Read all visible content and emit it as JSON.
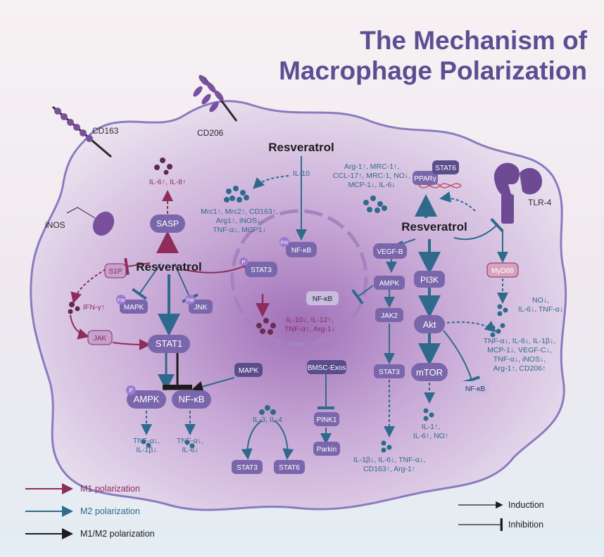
{
  "title": {
    "line1": "The Mechanism of",
    "line2": "Macrophage Polarization"
  },
  "receptors": {
    "cd163": "CD163",
    "cd206": "CD206",
    "inos": "iNOS",
    "tlr4": "TLR-4"
  },
  "resveratrol": "Resveratrol",
  "left": {
    "sasp": "SASP",
    "il6_il8": "IL-6↑, IL-8↑",
    "s1p": "S1P",
    "ifn": "IFN-γ↑",
    "jak": "JAK",
    "mapk_p38": "MAPK",
    "jnk": "JNK",
    "p38": "P38",
    "stat1": "STAT1",
    "ampk": "AMPK",
    "nfkb": "NF-κB",
    "mapk": "MAPK",
    "ampk_out": [
      "TNF-α↓,",
      "IL-1β↓"
    ],
    "nfkb_out": [
      "TNF-α↓,",
      "IL-6↓"
    ]
  },
  "center": {
    "il10": "IL-10",
    "p50": "P50",
    "nfkb": "NF-κB",
    "m2_markers": [
      "Mrc1↑, Mrc2↑, CD163↑,",
      "Arg1↑, iNOS↓,",
      "TNF-α↓, MCP1↓"
    ],
    "stat3": "STAT3",
    "p": "P",
    "stat3_out": [
      "IL-10↓, IL-12↑,",
      "TNF-α↑, Arg-1↓"
    ],
    "nfkb2": "NF-κB",
    "il3_il4": "IL-3, IL-4",
    "stat3b": "STAT3",
    "stat6": "STAT6",
    "bmsc": "BMSC-Exos",
    "pink1": "PINK1",
    "parkin": "Parkin"
  },
  "right": {
    "ppar": "PPARγ",
    "stat6": "STAT6",
    "ppar_out": [
      "Arg-1↑, MRC-1↑,",
      "CCL-17↑, MRC-1, NO↓,",
      "MCP-1↓, IL-6↓"
    ],
    "vegfb": "VEGF-B",
    "ampk": "AMPK",
    "jak2": "JAK2",
    "stat3": "STAT3",
    "stat3_out": [
      "IL-1β↓, IL-6↓, TNF-α↓,",
      "CD163↑, Arg-1↑"
    ],
    "pi3k": "PI3K",
    "akt": "Akt",
    "mtor": "mTOR",
    "mtor_out": [
      "IL-1↑,",
      "IL-6↑, NO↑"
    ],
    "nfkb": "NF-κB",
    "myd88": "MyD88",
    "myd88_out": [
      "NO↓,",
      "IL-6↓, TNF-α↓"
    ],
    "akt_out": [
      "TNF-α↓, IL-6↓, IL-1β↓,",
      "MCP-1↓, VEGF-C↓,",
      "TNF-α↓, iNOS↓,",
      "Arg-1↑, CD206↑"
    ]
  },
  "legend": {
    "m1": "M1 polarization",
    "m2": "M2 polarization",
    "m1m2": "M1/M2 polarization",
    "induction": "Induction",
    "inhibition": "Inhibition"
  },
  "colors": {
    "m1": "#8e2c5c",
    "m2": "#2f6a8c",
    "node": "#7a66ab",
    "title": "#5b4f93"
  }
}
